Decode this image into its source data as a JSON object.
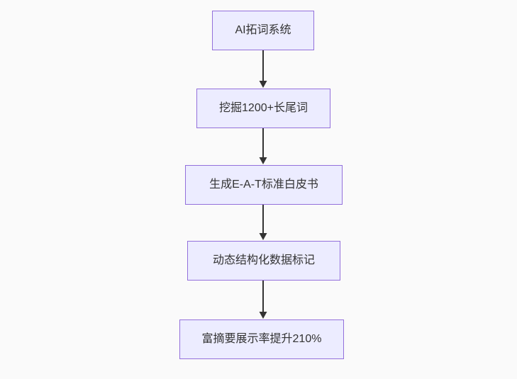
{
  "flowchart": {
    "type": "vertical-flow",
    "nodes": [
      {
        "id": "n1",
        "label": "AI拓词系统"
      },
      {
        "id": "n2",
        "label": "挖掘1200+长尾词"
      },
      {
        "id": "n3",
        "label": "生成E-A-T标准白皮书"
      },
      {
        "id": "n4",
        "label": "动态结构化数据标记"
      },
      {
        "id": "n5",
        "label": "富摘要展示率提升210%"
      }
    ],
    "edges": [
      {
        "from": "n1",
        "to": "n2"
      },
      {
        "from": "n2",
        "to": "n3"
      },
      {
        "from": "n3",
        "to": "n4"
      },
      {
        "from": "n4",
        "to": "n5"
      }
    ]
  },
  "colors": {
    "background": "#fafafa",
    "node_fill": "#ececff",
    "node_border": "#9370db",
    "arrow": "#333333",
    "text": "#333333"
  }
}
